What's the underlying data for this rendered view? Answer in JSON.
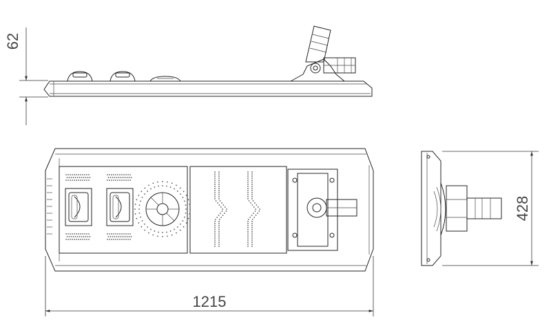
{
  "dimensions": {
    "height": "62",
    "length": "1215",
    "width": "428"
  }
}
